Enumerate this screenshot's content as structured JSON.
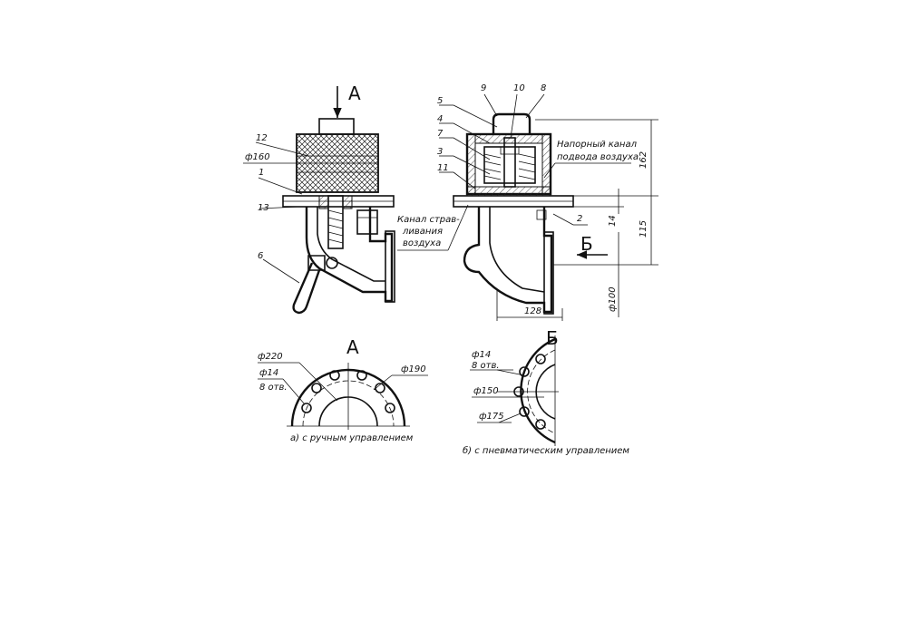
{
  "views": {
    "view_a_label": "А",
    "view_b_label": "Б"
  },
  "part_numbers": [
    "12",
    "1",
    "13",
    "6",
    "5",
    "4",
    "7",
    "3",
    "11",
    "9",
    "10",
    "8",
    "2"
  ],
  "dimensions": {
    "d160": "ф160",
    "d220": "ф220",
    "d190": "ф190",
    "d14_a": "ф14",
    "holes_a": "8 отв.",
    "d14_b": "ф14",
    "holes_b": "8 отв.",
    "d150": "ф150",
    "d175": "ф175",
    "d100": "ф100",
    "len128": "128",
    "h162": "162",
    "h115": "115",
    "h14": "14"
  },
  "notes": {
    "vent_channel_l1": "Канал страв-",
    "vent_channel_l2": "ливания",
    "vent_channel_l3": "воздуха",
    "pressure_channel_l1": "Напорный канал",
    "pressure_channel_l2": "подвода воздуха"
  },
  "captions": {
    "manual": "а) с ручным управлением",
    "pneumatic": "б) с пневматическим управлением"
  }
}
